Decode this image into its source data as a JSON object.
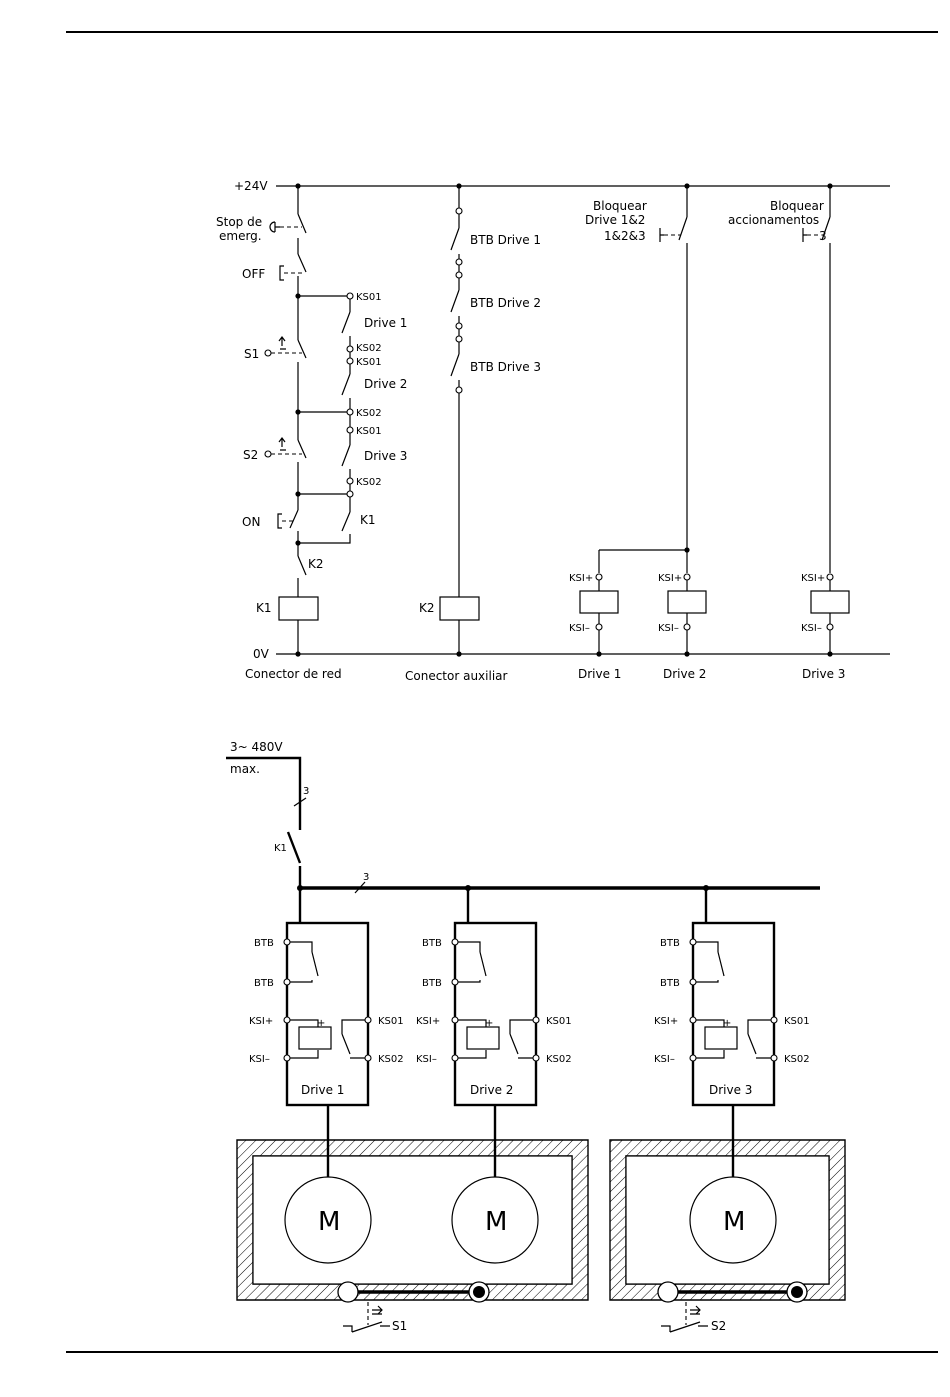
{
  "top_diagram": {
    "supply_label": "+24V",
    "ground_label": "0V",
    "emergency_stop_label": [
      "Stop de",
      "emerg."
    ],
    "off_label": "OFF",
    "on_label": "ON",
    "s1_label": "S1",
    "s2_label": "S2",
    "ks01_label": "KS01",
    "ks02_label": "KS02",
    "drive1_label": "Drive 1",
    "drive2_label": "Drive 2",
    "drive3_label": "Drive 3",
    "k1_label": "K1",
    "k2_label": "K2",
    "btb1_label": "BTB Drive 1",
    "btb2_label": "BTB Drive 2",
    "btb3_label": "BTB Drive 3",
    "lock12_label": [
      "Bloquear",
      "Drive 1&2",
      "1&2&3"
    ],
    "lock3_label": [
      "Bloquear",
      "accionamentos",
      "3"
    ],
    "ksi_plus_label": "KSI+",
    "ksi_minus_label": "KSI–",
    "connector_mains_label": "Conector de red",
    "connector_aux_label": "Conector auxiliar",
    "footer_drive1": "Drive 1",
    "footer_drive2": "Drive 2",
    "footer_drive3": "Drive 3"
  },
  "bottom_diagram": {
    "supply_label": [
      "3~ 480V",
      "max."
    ],
    "phase_count": "3",
    "k1_label": "K1",
    "btb_label": "BTB",
    "ksi_plus_label": "KSI+",
    "ksi_minus_label": "KSI–",
    "ks01_label": "KS01",
    "ks02_label": "KS02",
    "plus_sign": "+",
    "drives": [
      "Drive 1",
      "Drive 2",
      "Drive 3"
    ],
    "motor_label": "M",
    "s1_label": "S1",
    "s2_label": "S2"
  }
}
